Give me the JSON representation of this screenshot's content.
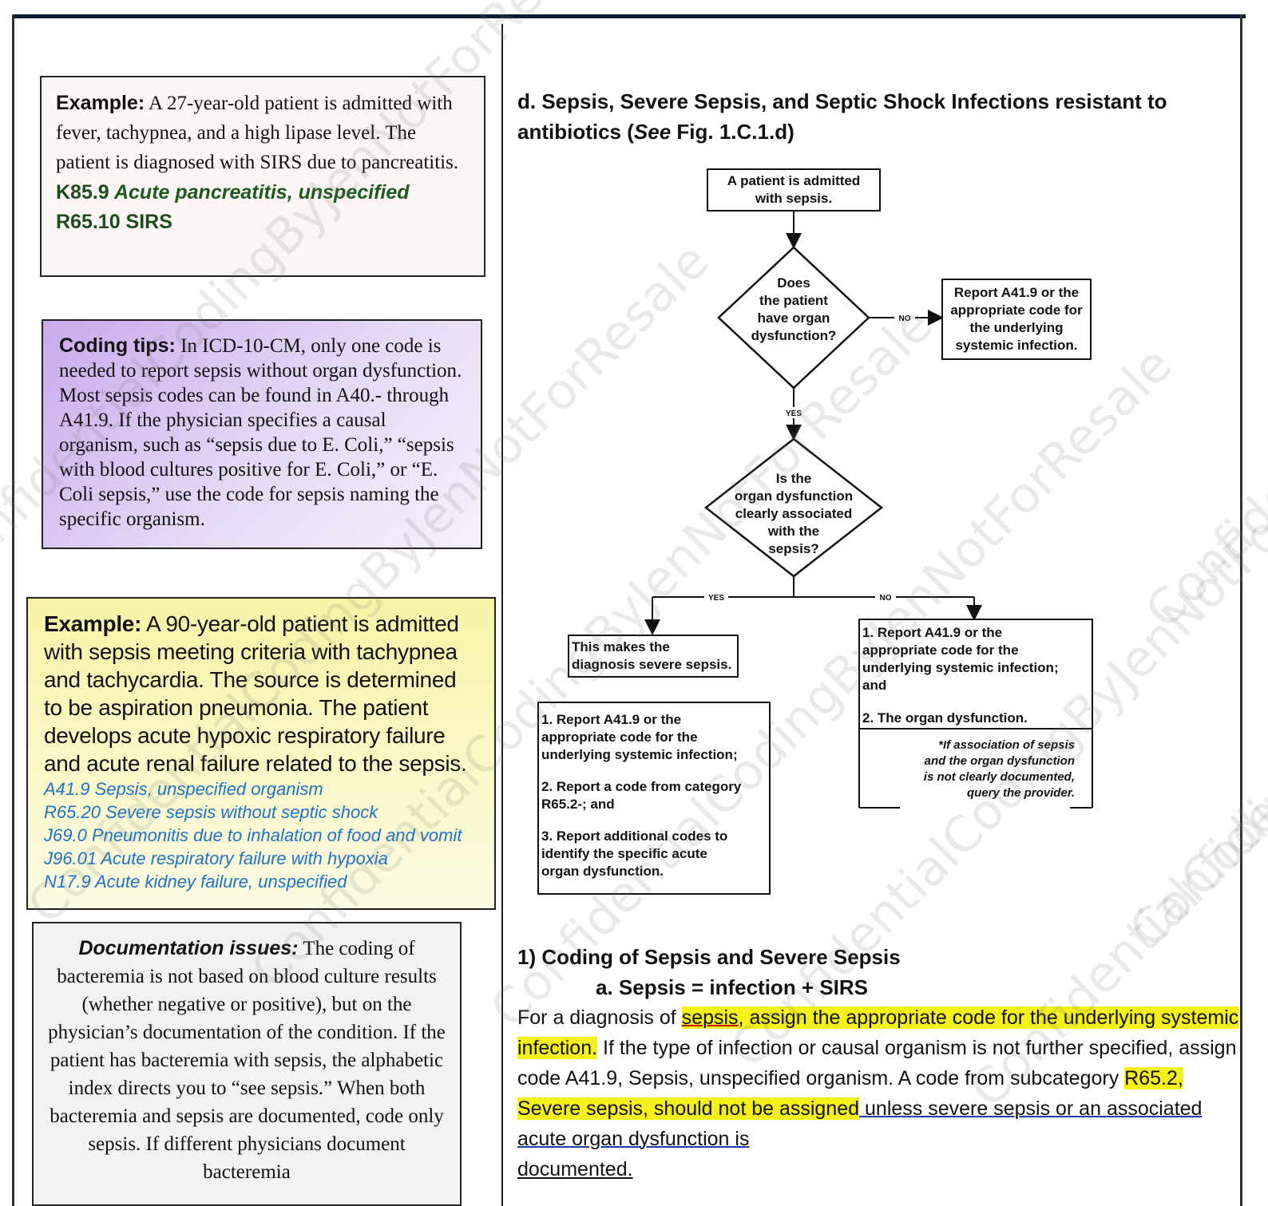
{
  "watermark_text": "ConfidentialCodingByJenNotForResale",
  "box1": {
    "label": "Example:",
    "body": "A 27-year-old patient is admitted with fever, tachypnea, and a high lipase level. The patient is diagnosed with SIRS due to pancreatitis.",
    "code1_code": "K85.9",
    "code1_desc": "Acute pancreatitis, unspecified",
    "code2": "R65.10 SIRS"
  },
  "box2": {
    "label": "Coding tips:",
    "body": "In ICD-10-CM, only one code is needed to report sepsis without organ dysfunction. Most sepsis codes can be found in A40.- through A41.9. If the physician specifies a causal organism, such as “sepsis due to E. Coli,” “sepsis with blood cultures positive for E. Coli,” or “E. Coli sepsis,” use the code for sepsis naming the specific organism."
  },
  "box3": {
    "label": "Example:",
    "body": "A 90-year-old patient is admitted with sepsis meeting criteria with tachypnea and tachycardia. The source is determined to be aspiration pneumonia. The patient develops acute hypoxic respiratory failure and acute renal failure related to the sepsis.",
    "codes": [
      "A41.9 Sepsis, unspecified organism",
      "R65.20 Severe sepsis without septic shock",
      "J69.0 Pneumonitis due to inhalation of food and vomit",
      "J96.01 Acute respiratory failure with hypoxia",
      "N17.9 Acute kidney failure, unspecified"
    ]
  },
  "box4": {
    "label": "Documentation issues:",
    "body": "The coding of bacteremia is not based on blood culture results (whether negative or positive), but on the physician’s documentation of the condition. If the patient has bacteremia with sepsis, the alphabetic index directs you to “see sepsis.” When both bacteremia and sepsis are documented, code only sepsis. If different physicians document bacteremia"
  },
  "right": {
    "heading_line1": "d. Sepsis, Severe Sepsis, and Septic Shock Infections resistant to",
    "heading_line2_pre": "antibiotics (",
    "heading_line2_see": "See",
    "heading_line2_post": " Fig. 1.C.1.d)"
  },
  "flow": {
    "start_l1": "A patient is admitted",
    "start_l2": "with sepsis.",
    "q1_l1": "Does",
    "q1_l2": "the patient",
    "q1_l3": "have organ",
    "q1_l4": "dysfunction?",
    "no1": "NO",
    "r1_l1": "Report A41.9 or the",
    "r1_l2": "appropriate code for",
    "r1_l3": "the underlying",
    "r1_l4": "systemic infection.",
    "yes1": "YES",
    "q2_l1": "Is the",
    "q2_l2": "organ dysfunction",
    "q2_l3": "clearly associated",
    "q2_l4": "with the",
    "q2_l5": "sepsis?",
    "yes2": "YES",
    "no2": "NO",
    "ls_l1": "This makes the",
    "ls_l2": "diagnosis severe sepsis.",
    "lb_1a": "1. Report A41.9 or the",
    "lb_1b": "appropriate code for the",
    "lb_1c": "underlying systemic infection;",
    "lb_2a": "2. Report a code from category",
    "lb_2b": "R65.2-; and",
    "lb_3a": "3. Report additional codes to",
    "lb_3b": "identify the specific acute",
    "lb_3c": "organ dysfunction.",
    "rb_1a": "1. Report A41.9 or the",
    "rb_1b": "appropriate code for the",
    "rb_1c": "underlying systemic infection;",
    "rb_1d": "and",
    "rb_2a": "2. The organ dysfunction.",
    "note_l1": "*If association of sepsis",
    "note_l2": "and the organ dysfunction",
    "note_l3": "is not clearly documented,",
    "note_l4": "query the provider."
  },
  "bottom": {
    "heading": "1) Coding of Sepsis and Severe Sepsis",
    "subheading": "a. Sepsis = infection + SIRS",
    "p_pre": "For a diagnosis of ",
    "p_sepsis": "sepsis",
    "p_hl1": ", assign the appropriate code for the underlying systemic infection.",
    "p_mid": " If the type of infection or causal organism is not further specified, assign code A41.9, Sepsis, unspecified organism. A code from subcategory ",
    "p_hl2": "R65.2, Severe sepsis, should not be assigned",
    "p_ul": " unless severe sepsis or an associated acute organ dysfunction is",
    "p_end": "documented."
  }
}
